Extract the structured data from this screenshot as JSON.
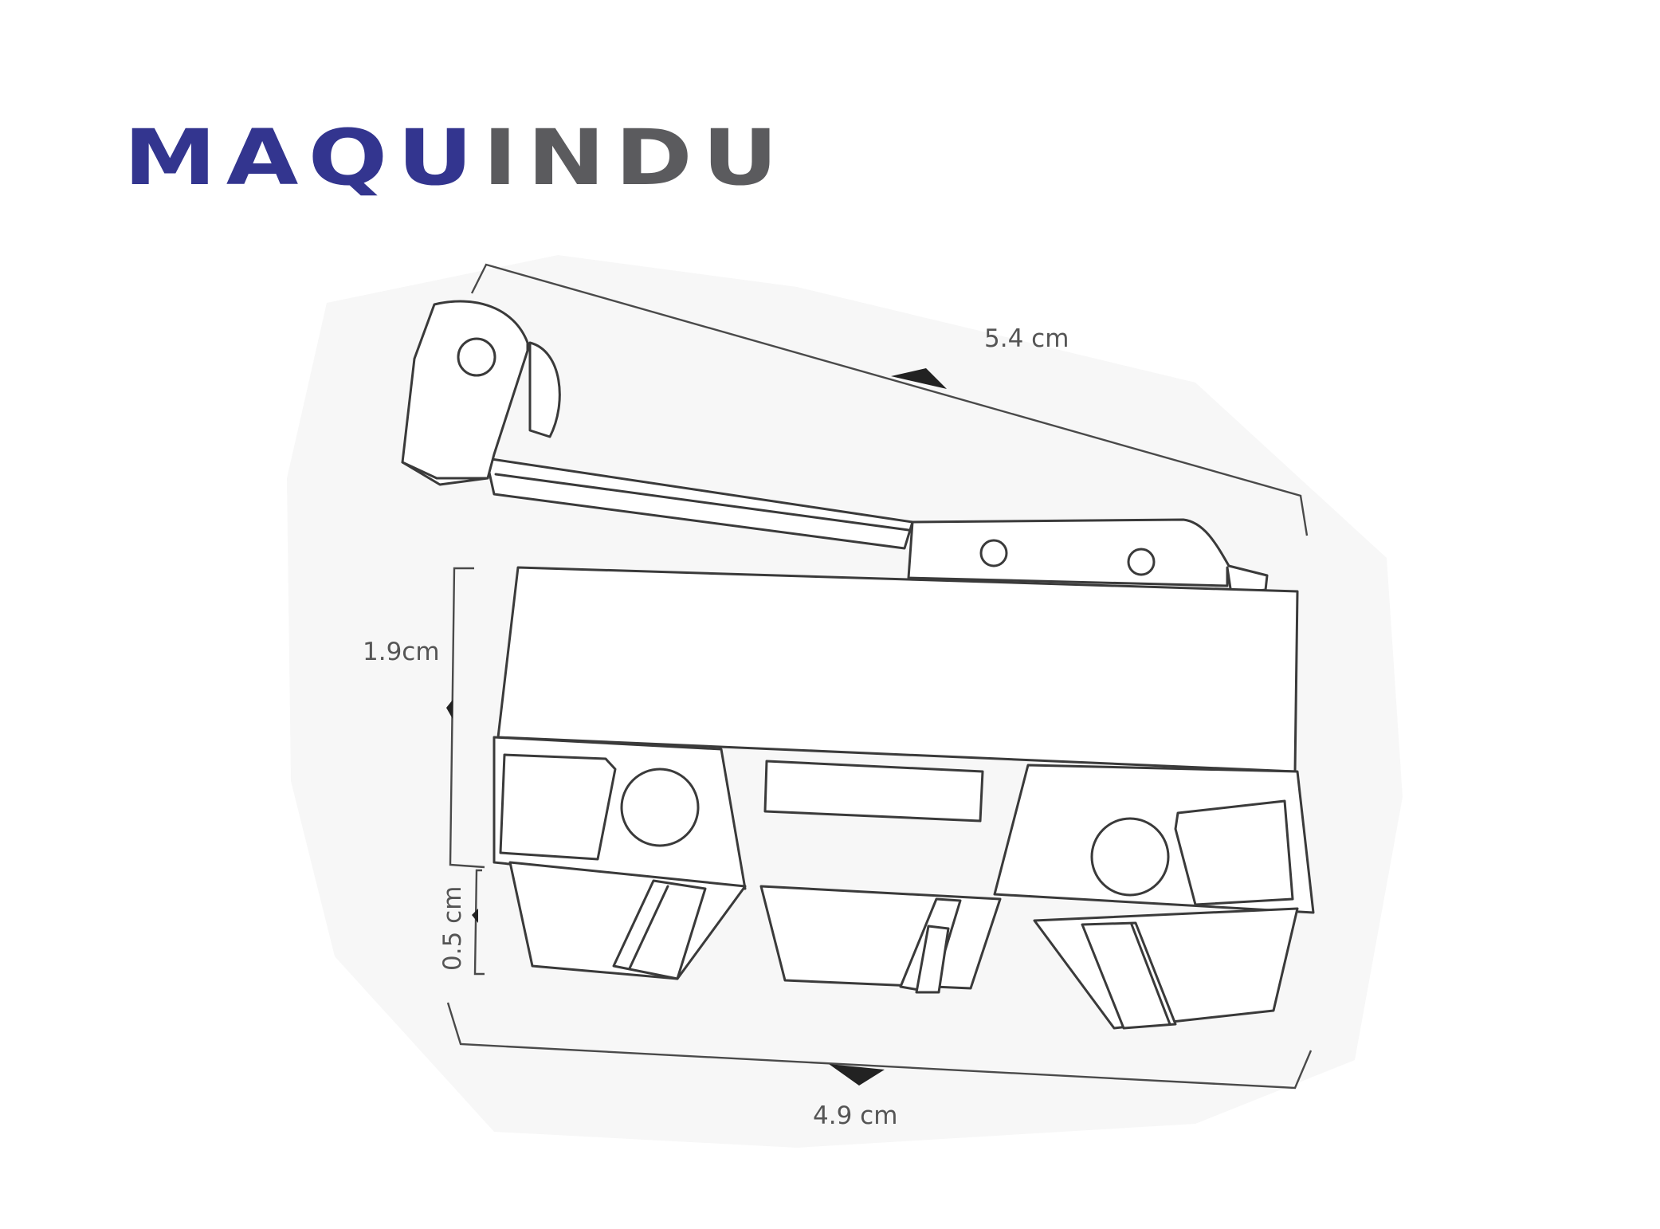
{
  "logo": {
    "part1": "MAQU",
    "part2": "INDU",
    "colors": {
      "part1": "#33358f",
      "part2": "#5b5b5e"
    }
  },
  "dimensions": {
    "total_length": "5.4 cm",
    "body_height": "1.9cm",
    "terminal_height": "0.5 cm",
    "body_length": "4.9 cm"
  },
  "colors": {
    "line": "#3a3a3a",
    "label": "#555555",
    "arrow": "#222222"
  }
}
